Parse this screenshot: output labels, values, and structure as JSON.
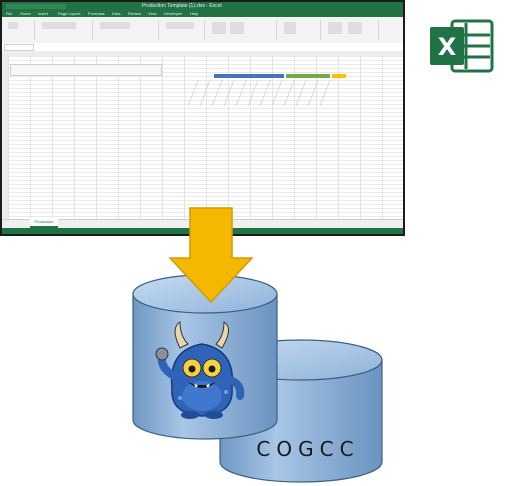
{
  "excel_window": {
    "title": "Production Template (1).xlsx - Excel",
    "ribbon_tabs": [
      "File",
      "Home",
      "Insert",
      "Page Layout",
      "Formulas",
      "Data",
      "Review",
      "View",
      "Developer",
      "Help"
    ],
    "sheet_tab": "Production"
  },
  "excel_logo": {
    "letter": "X",
    "color": "#217346"
  },
  "database": {
    "label": "COGCC"
  },
  "colors": {
    "arrow": "#f5b800",
    "cylinder": "#7ea6cf",
    "cylinder_top": "#a9c6e6"
  }
}
